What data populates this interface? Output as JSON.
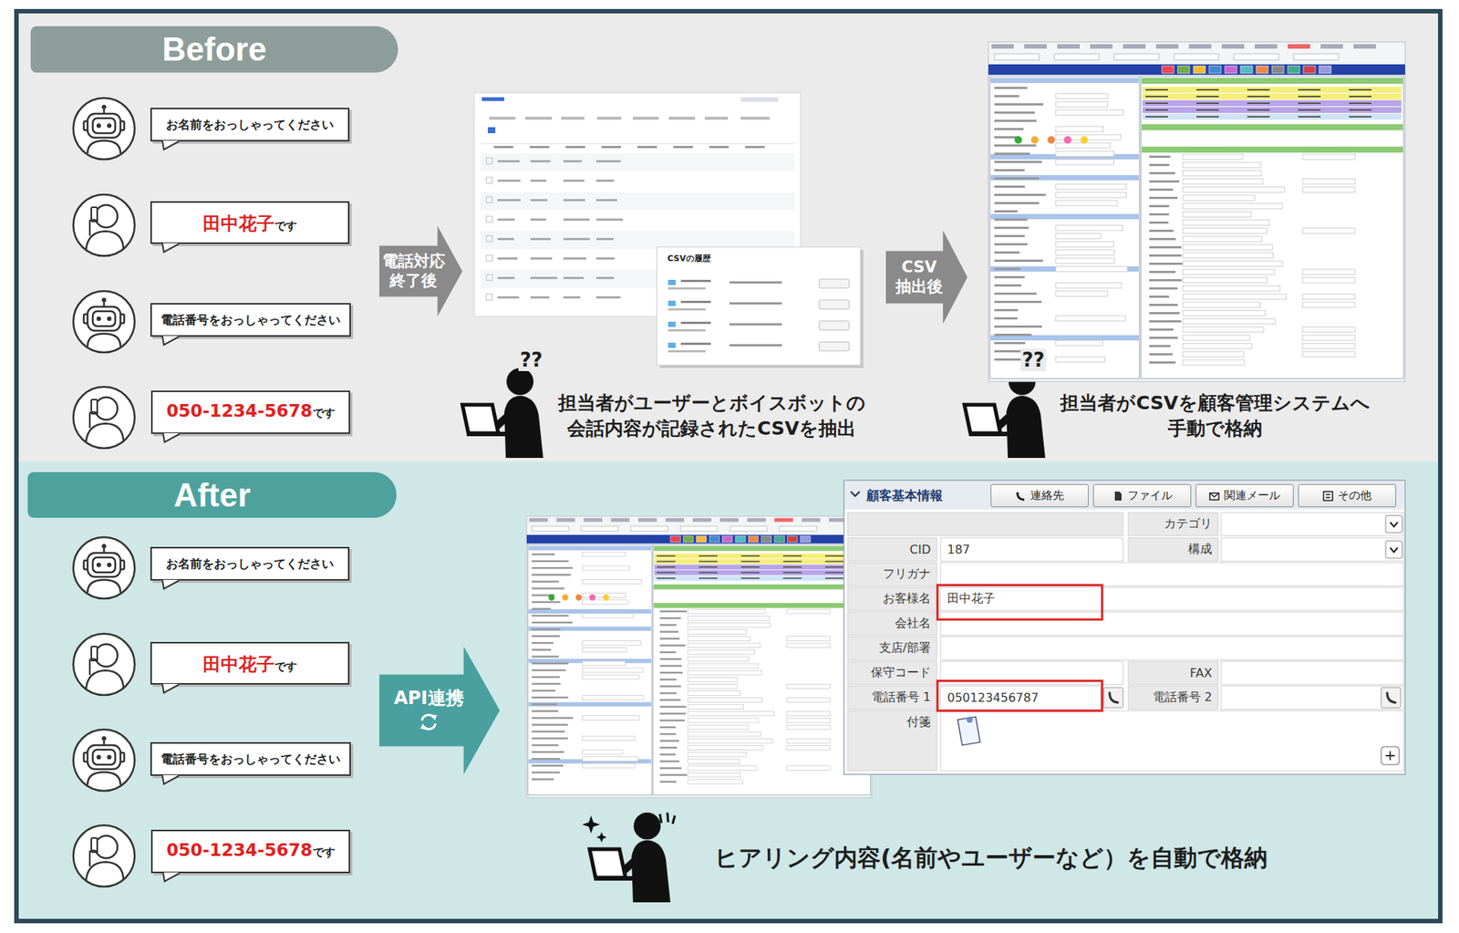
{
  "diagram": {
    "nodes": [
      {
        "text": [
          "Before"
        ]
      },
      {
        "text": [
          "お名前をおっしゃってください"
        ]
      },
      {
        "text": [
          "田中花子",
          "です"
        ]
      },
      {
        "text": [
          "電話番号をおっしゃってください"
        ]
      },
      {
        "text": [
          "050-1234-5678",
          "です"
        ]
      },
      {
        "text": [
          "電話対応 終了後"
        ]
      },
      {
        "text": [
          "CSV 抽出後"
        ]
      },
      {
        "text": [
          "After"
        ]
      },
      {
        "text": [
          "お名前をおっしゃってください"
        ]
      },
      {
        "text": [
          "田中花子",
          "です"
        ]
      },
      {
        "text": [
          "電話番号をおっしゃってください"
        ]
      },
      {
        "text": [
          "050-1234-5678",
          "です"
        ]
      },
      {
        "text": [
          "API連携"
        ]
      },
      {
        "text": [
          "顧客基本情報"
        ]
      },
      {
        "text": [
          "連絡先"
        ],
        "in": 13
      },
      {
        "text": [
          "ファイル"
        ],
        "in": 13
      },
      {
        "text": [
          "関連メール"
        ],
        "in": 13
      },
      {
        "text": [
          "その他"
        ],
        "in": 13
      }
    ],
    "labels": [
      "??",
      "??",
      "CSVの履歴",
      "担当者がユーザーとボイスボットの 会話内容が記録されたCSVを抽出",
      "担当者がCSVを顧客管理システムへ 手動で格納",
      "ヒアリング内容(名前やユーザーなど）を自動で格納",
      "カテゴリ",
      "CID",
      "187",
      "構成",
      "フリガナ",
      "お客様名",
      "田中花子",
      "会社名",
      "支店/部署",
      "保守コード",
      "FAX",
      "電話番号 1",
      "050123456787",
      "電話番号 2",
      "付箋"
    ]
  }
}
